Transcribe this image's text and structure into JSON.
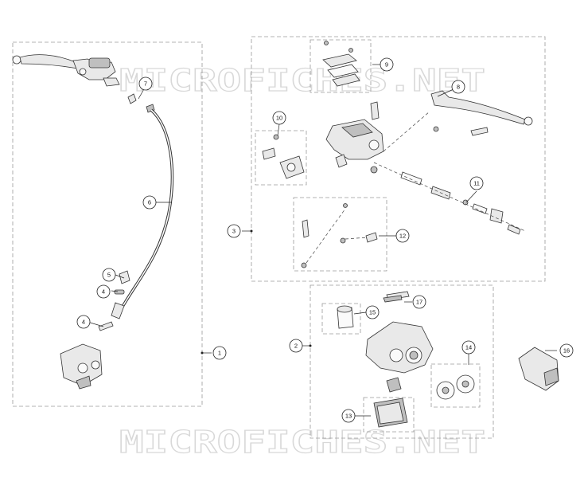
{
  "watermark": {
    "top": "MICROFICHES.NET",
    "bottom": "MICROFICHES.NET"
  },
  "callouts": {
    "c1": "1",
    "c2": "2",
    "c3": "3",
    "c4a": "4",
    "c4b": "4",
    "c5": "5",
    "c6": "6",
    "c7": "7",
    "c8": "8",
    "c9": "9",
    "c10": "10",
    "c11": "11",
    "c12": "12",
    "c13": "13",
    "c14": "14",
    "c15": "15",
    "c16": "16",
    "c17": "17"
  }
}
